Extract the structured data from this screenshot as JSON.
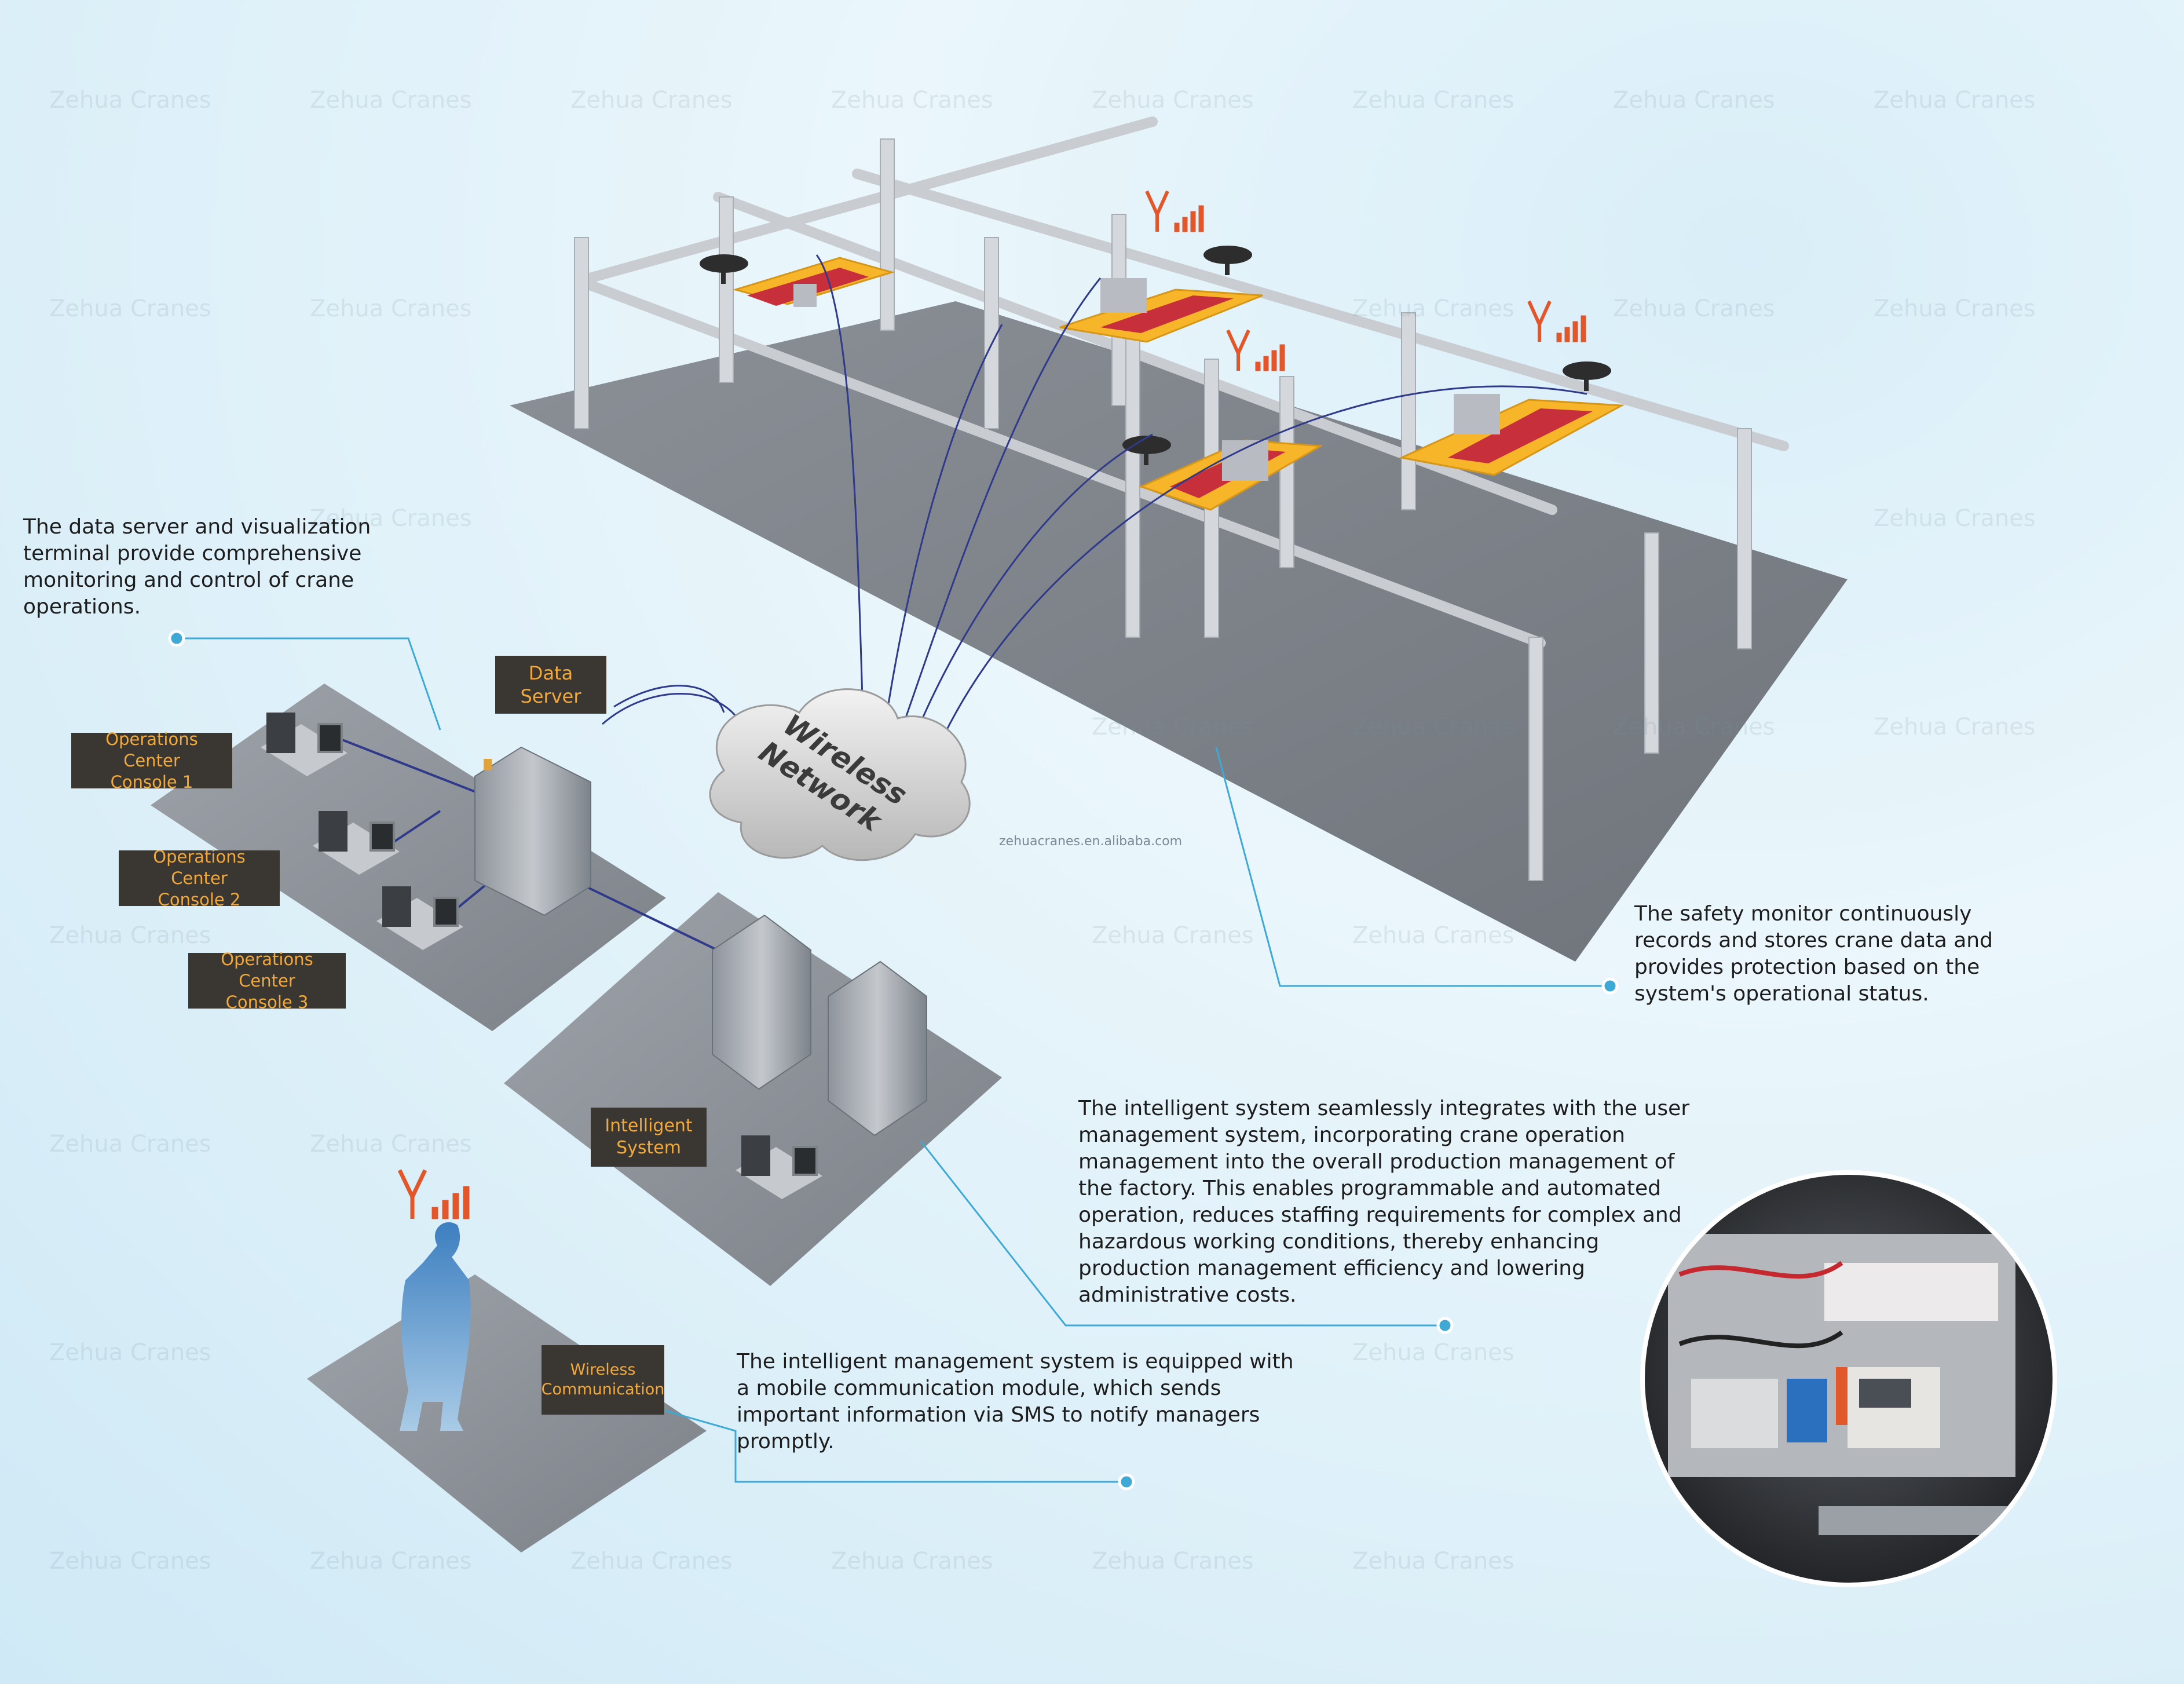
{
  "watermark": "Zehua Cranes",
  "website": "zehuacranes.en.alibaba.com",
  "network": {
    "line1": "Wireless",
    "line2": "Network"
  },
  "labels": {
    "data_server": [
      "Data",
      "Server"
    ],
    "console1": [
      "Operations Center",
      "Console 1"
    ],
    "console2": [
      "Operations Center",
      "Console 2"
    ],
    "console3": [
      "Operations Center",
      "Console 3"
    ],
    "intelligent_system": [
      "Intelligent",
      "System"
    ],
    "wireless_communication": [
      "Wireless",
      "Communication"
    ]
  },
  "notes": {
    "data_server": "The data server and visualization terminal provide comprehensive monitoring and control of crane operations.",
    "safety_monitor": "The safety monitor continuously records and stores crane data and provides protection based on the system's operational status.",
    "intelligent_system": "The intelligent system seamlessly integrates with the user management system, incorporating crane operation management into the overall production management of the factory. This enables programmable and automated operation, reduces staffing requirements for complex and hazardous working conditions, thereby enhancing production management efficiency and lowering administrative costs.",
    "mobile_module": "The intelligent management system is equipped with a mobile communication module, which sends important information via SMS to notify managers promptly."
  },
  "colors": {
    "accent": "#f3a93a",
    "label_bg": "#3a3733",
    "callout": "#3fa9d6",
    "crane": "#f7b52a",
    "wire": "#2f3a8a"
  }
}
